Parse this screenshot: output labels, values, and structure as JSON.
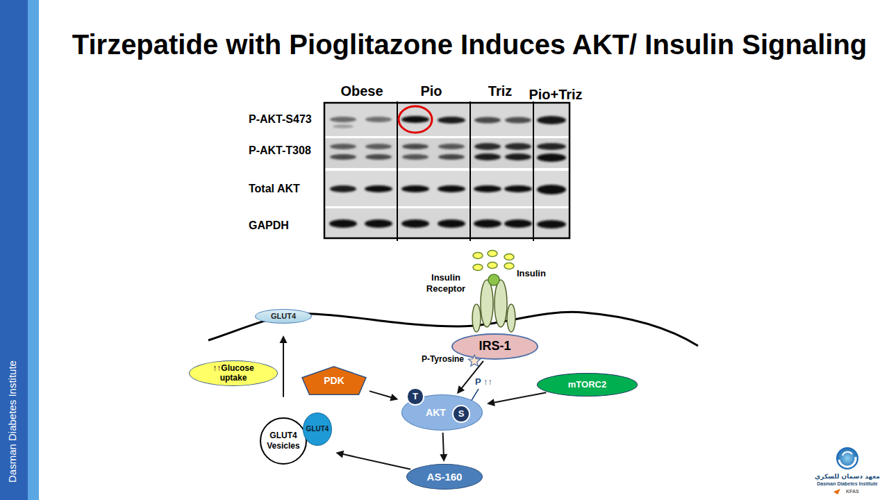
{
  "diagram": {
    "title": "Tirzepatide with Pioglitazone Induces AKT/ Insulin Signaling",
    "nodes": [
      {
        "text": [
          "GLUT4"
        ]
      },
      {
        "text": [
          "Insulin Receptor"
        ]
      },
      {
        "text": [
          "IRS-1"
        ]
      },
      {
        "text": [
          "↑↑Glucose uptake"
        ]
      },
      {
        "text": [
          "PDK"
        ]
      },
      {
        "text": [
          "mTORC2"
        ]
      },
      {
        "text": [
          "AKT"
        ]
      },
      {
        "text": [
          "T"
        ],
        "in": 6
      },
      {
        "text": [
          "S"
        ],
        "in": 6
      },
      {
        "text": [
          "GLUT4 Vesicles"
        ]
      },
      {
        "text": [
          "GLUT4"
        ]
      },
      {
        "text": [
          "AS-160"
        ]
      }
    ],
    "edges": [
      {
        "from": 2,
        "to": 6,
        "arrow": "to"
      },
      {
        "from": 4,
        "to": 6,
        "arrow": "to"
      },
      {
        "from": 5,
        "to": 6,
        "arrow": "to"
      },
      {
        "from": 6,
        "to": 11,
        "arrow": "to"
      },
      {
        "from": 11,
        "to": 9,
        "arrow": "to"
      },
      {
        "from": 9,
        "to": 0,
        "arrow": "to"
      }
    ],
    "labels": [
      "Obese",
      "Pio",
      "Triz",
      "Pio+Triz",
      "P-AKT-S473",
      "P-AKT-T308",
      "Total AKT",
      "GAPDH",
      "Insulin",
      "P-Tyrosine",
      "P ↑↑",
      "Dasman Diabetes Institute",
      "معهد دسمان للسكري",
      "Dasman Diabetes Institute",
      "KFAS"
    ]
  }
}
